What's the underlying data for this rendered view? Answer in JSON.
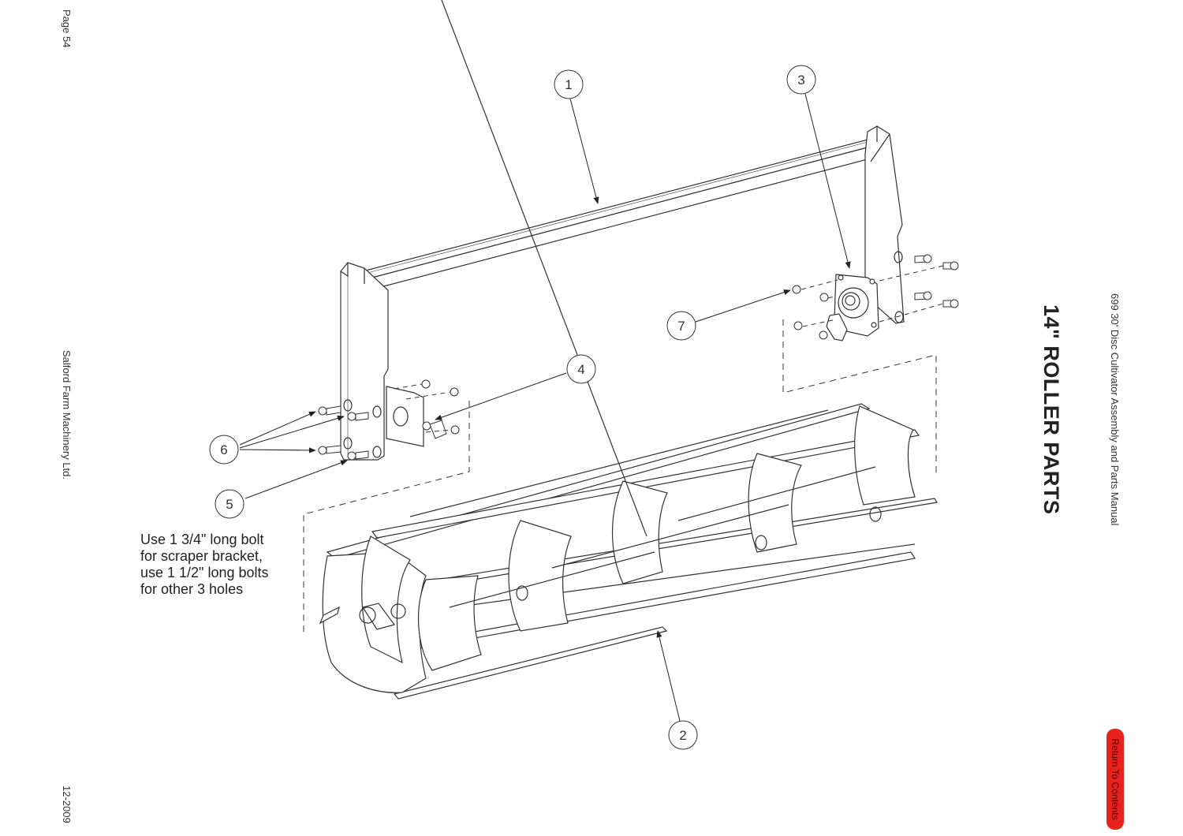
{
  "header": {
    "page_label": "Page 54",
    "company": "Salford Farm Machinery Ltd.",
    "date": "12-2009",
    "manual_title": "699 30' Disc Cultivator Assembly and Parts Manual",
    "section_title": "14\" ROLLER PARTS"
  },
  "nav": {
    "return_label": "Return To Contents",
    "return_color": "#e8231d"
  },
  "note": {
    "lines": [
      "Use 1 3/4\" long bolt",
      "for scraper bracket,",
      "use 1 1/2\" long bolts",
      "for other 3 holes"
    ]
  },
  "callouts": [
    {
      "number": "1"
    },
    {
      "number": "2"
    },
    {
      "number": "3"
    },
    {
      "number": "4"
    },
    {
      "number": "5"
    },
    {
      "number": "6"
    },
    {
      "number": "7"
    }
  ]
}
